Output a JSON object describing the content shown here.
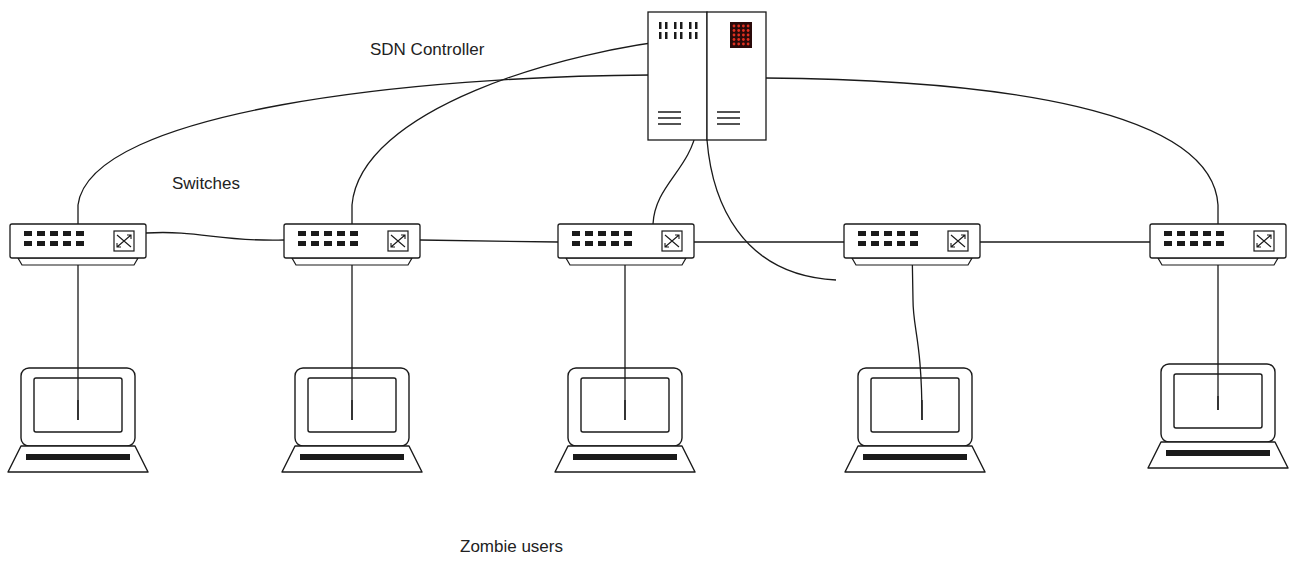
{
  "diagram": {
    "labels": [
      "SDN Controller",
      "Switches",
      "Zombie users"
    ]
  }
}
